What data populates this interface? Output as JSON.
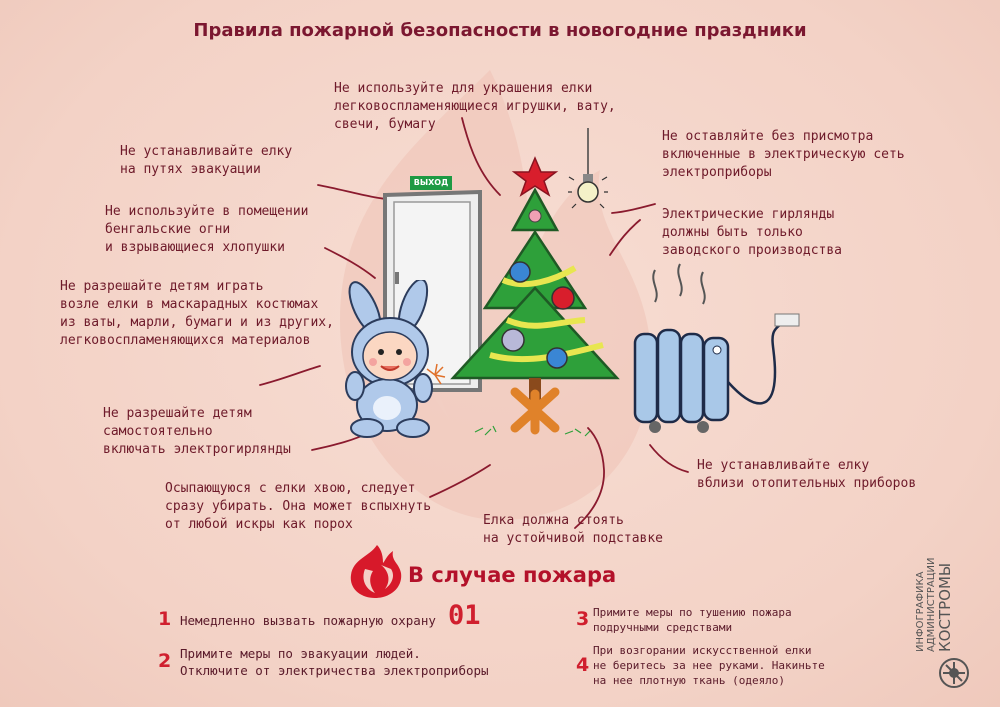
{
  "title": "Правила пожарной безопасности в новогодние праздники",
  "exit_sign": "ВЫХОД",
  "tips": {
    "decorations": "Не используйте для украшения елки\nлегковоспламеняющиеся игрушки, вату,\nсвечи, бумагу",
    "evacuation": "Не устанавливайте елку\nна путях эвакуации",
    "bengal": "Не используйте в помещении\nбенгальские огни\nи взрывающиеся хлопушки",
    "costumes": "Не разрешайте детям играть\nвозле елки в маскарадных костюмах\nиз ваты, марли, бумаги и из других,\nлегковоспламеняющихся материалов",
    "children_lights": "Не разрешайте детям\nсамостоятельно\nвключать электрогирлянды",
    "needles": "Осыпающуюся с елки хвою, следует\nсразу убирать. Она может вспыхнуть\nот любой искры как порох",
    "stand": "Елка должна стоять\nна устойчивой подставке",
    "unattended": "Не оставляйте без присмотра\nвключенные в электрическую сеть\nэлектроприборы",
    "garlands": "Электрические гирлянды\nдолжны быть только\nзаводского производства",
    "heaters": "Не устанавливайте елку\nвблизи отопительных приборов"
  },
  "fire": {
    "heading": "В случае пожара",
    "phone": "01",
    "steps": [
      {
        "num": "1",
        "text": "Немедленно вызвать пожарную охрану"
      },
      {
        "num": "2",
        "text": "Примите меры по эвакуации людей.\nОтключите от электричества электроприборы"
      },
      {
        "num": "3",
        "text": "Примите меры по тушению пожара\nподручными средствами"
      },
      {
        "num": "4",
        "text": "При возгорании искусственной елки\nне беритесь за нее руками. Накиньте\nна нее плотную ткань (одеяло)"
      }
    ]
  },
  "brand": {
    "line1": "ИНФОГРАФИКА",
    "line2": "АДМИНИСТРАЦИИ",
    "line3": "КОСТРОМЫ"
  },
  "colors": {
    "background": "#f6d9cf",
    "title": "#7b1730",
    "accent": "#d01f2e",
    "tree": "#2ea03a"
  }
}
